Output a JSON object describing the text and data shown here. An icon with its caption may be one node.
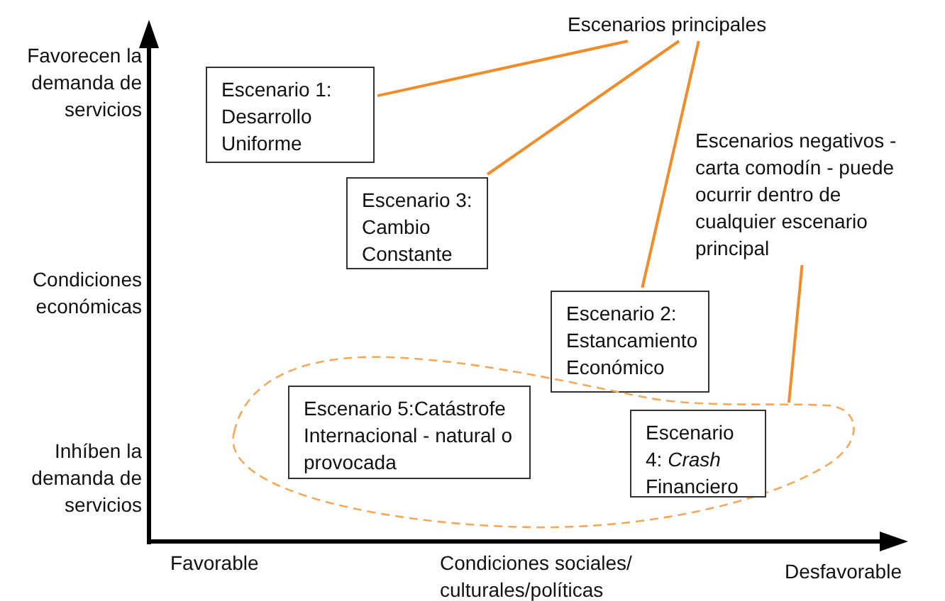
{
  "diagram": {
    "nodes": [
      {
        "text": [
          "Escenarios principales"
        ]
      },
      {
        "text": [
          "Escenario 1: Desarrollo Uniforme"
        ]
      },
      {
        "text": [
          "Escenario 3: Cambio Constante"
        ]
      },
      {
        "text": [
          "Escenarios negativos - carta comodín - puede ocurrir dentro de cualquier escenario principal"
        ]
      },
      {
        "text": [
          "Escenario 2: Estancamiento Económico"
        ]
      },
      {
        "text": [],
        "shape": "ellipse"
      },
      {
        "text": [
          "Escenario 5:Catástrofe Internacional - natural o provocada"
        ],
        "in": 5
      },
      {
        "text": [
          "Escenario 4: *Crash* Financiero"
        ],
        "in": 5
      }
    ],
    "edges": [
      {
        "from": 0,
        "to": 1,
        "arrow": "none"
      },
      {
        "from": 0,
        "to": 2,
        "arrow": "none"
      },
      {
        "from": 0,
        "to": 4,
        "arrow": "none"
      },
      {
        "from": 3,
        "to": 5,
        "arrow": "none"
      }
    ],
    "labels": [
      "Favorecen la demanda de servicios",
      "Condiciones económicas",
      "Inhíben la demanda de servicios",
      "Favorable",
      "Condiciones sociales/ culturales/políticas",
      "Desfavorable"
    ]
  }
}
